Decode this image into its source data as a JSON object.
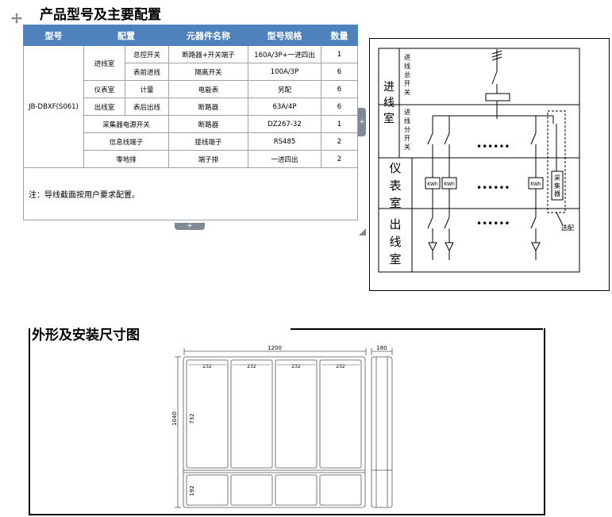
{
  "section1_title": "产品型号及主要配置",
  "table": {
    "headers": [
      "型号",
      "配置",
      "元器件名称",
      "型号规格",
      "数量"
    ],
    "model": "JB-DBXF(S061)",
    "rows": [
      {
        "group": "进线室",
        "sub": "总控开关",
        "component": "断路器+开关端子",
        "spec": "160A/3P+一进四出",
        "qty": "1"
      },
      {
        "sub": "表前进线",
        "component": "隔离开关",
        "spec": "100A/3P",
        "qty": "6"
      },
      {
        "group": "仪表室",
        "sub": "计量",
        "component": "电能表",
        "spec": "另配",
        "qty": "6"
      },
      {
        "group": "出线室",
        "sub": "表后出线",
        "component": "断路器",
        "spec": "63A/4P",
        "qty": "6"
      },
      {
        "config": "采集器电源开关",
        "component": "断路器",
        "spec": "DZ267-32",
        "qty": "1"
      },
      {
        "config": "信息线端子",
        "component": "接线端子",
        "spec": "RS485",
        "qty": "2"
      },
      {
        "config": "零地排",
        "component": "端子排",
        "spec": "一进四出",
        "qty": "2"
      }
    ],
    "note": "注：导线截面按用户要求配置。"
  },
  "wiring": {
    "section_in": "进线室",
    "section_meter": "仪表室",
    "section_out": "出线室",
    "label_main_switch": "进线总开关",
    "label_branch_switch": "进线分开关",
    "meter_label": "KWh",
    "collector_label": "采集器",
    "optional_label": "选配",
    "dots": "••••••"
  },
  "dimensions": {
    "title": "外形及安装尺寸图",
    "width": "1200",
    "depth": "180",
    "height": "1040",
    "section_top": "732",
    "section_bottom": "192",
    "compartment_width": "232"
  }
}
